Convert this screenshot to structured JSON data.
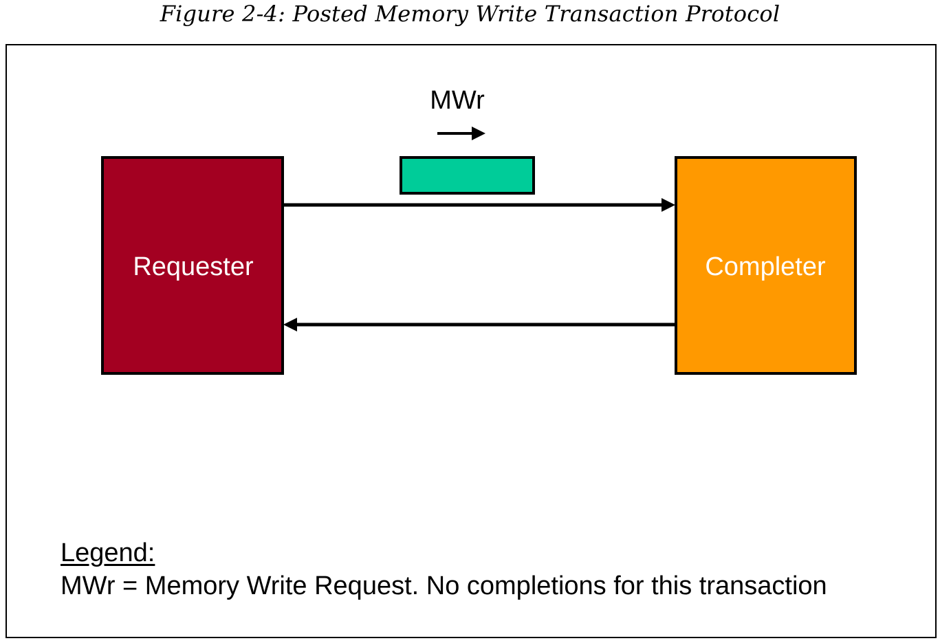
{
  "caption": "Figure 2-4: Posted Memory Write Transaction Protocol",
  "packet_label": "MWr",
  "requester": {
    "label": "Requester",
    "color": "#a30021"
  },
  "completer": {
    "label": "Completer",
    "color": "#ff9900"
  },
  "packet_color": "#00cc99",
  "legend": {
    "title": "Legend:",
    "text": "MWr = Memory Write Request. No completions for this transaction"
  }
}
